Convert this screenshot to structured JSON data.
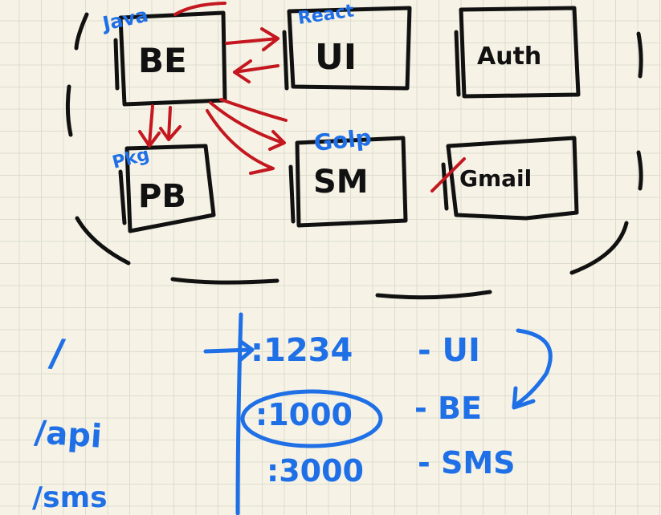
{
  "services": {
    "be": {
      "label": "BE",
      "note": "Java"
    },
    "ui": {
      "label": "UI",
      "note": "React"
    },
    "auth": {
      "label": "Auth"
    },
    "pb": {
      "label": "PB",
      "note": "Pkg"
    },
    "sm": {
      "label": "SM",
      "note": "Golp"
    },
    "gmail": {
      "label": "Gmail"
    }
  },
  "routes": {
    "paths": [
      "/",
      "/api",
      "/sms"
    ],
    "ports": [
      {
        "port": ":1234",
        "target": "- UI"
      },
      {
        "port": ":1000",
        "target": "- BE"
      },
      {
        "port": ":3000",
        "target": "- SMS"
      }
    ]
  },
  "colors": {
    "ink": "#111111",
    "arrows": "#c4171f",
    "routing": "#1f6fe6"
  }
}
